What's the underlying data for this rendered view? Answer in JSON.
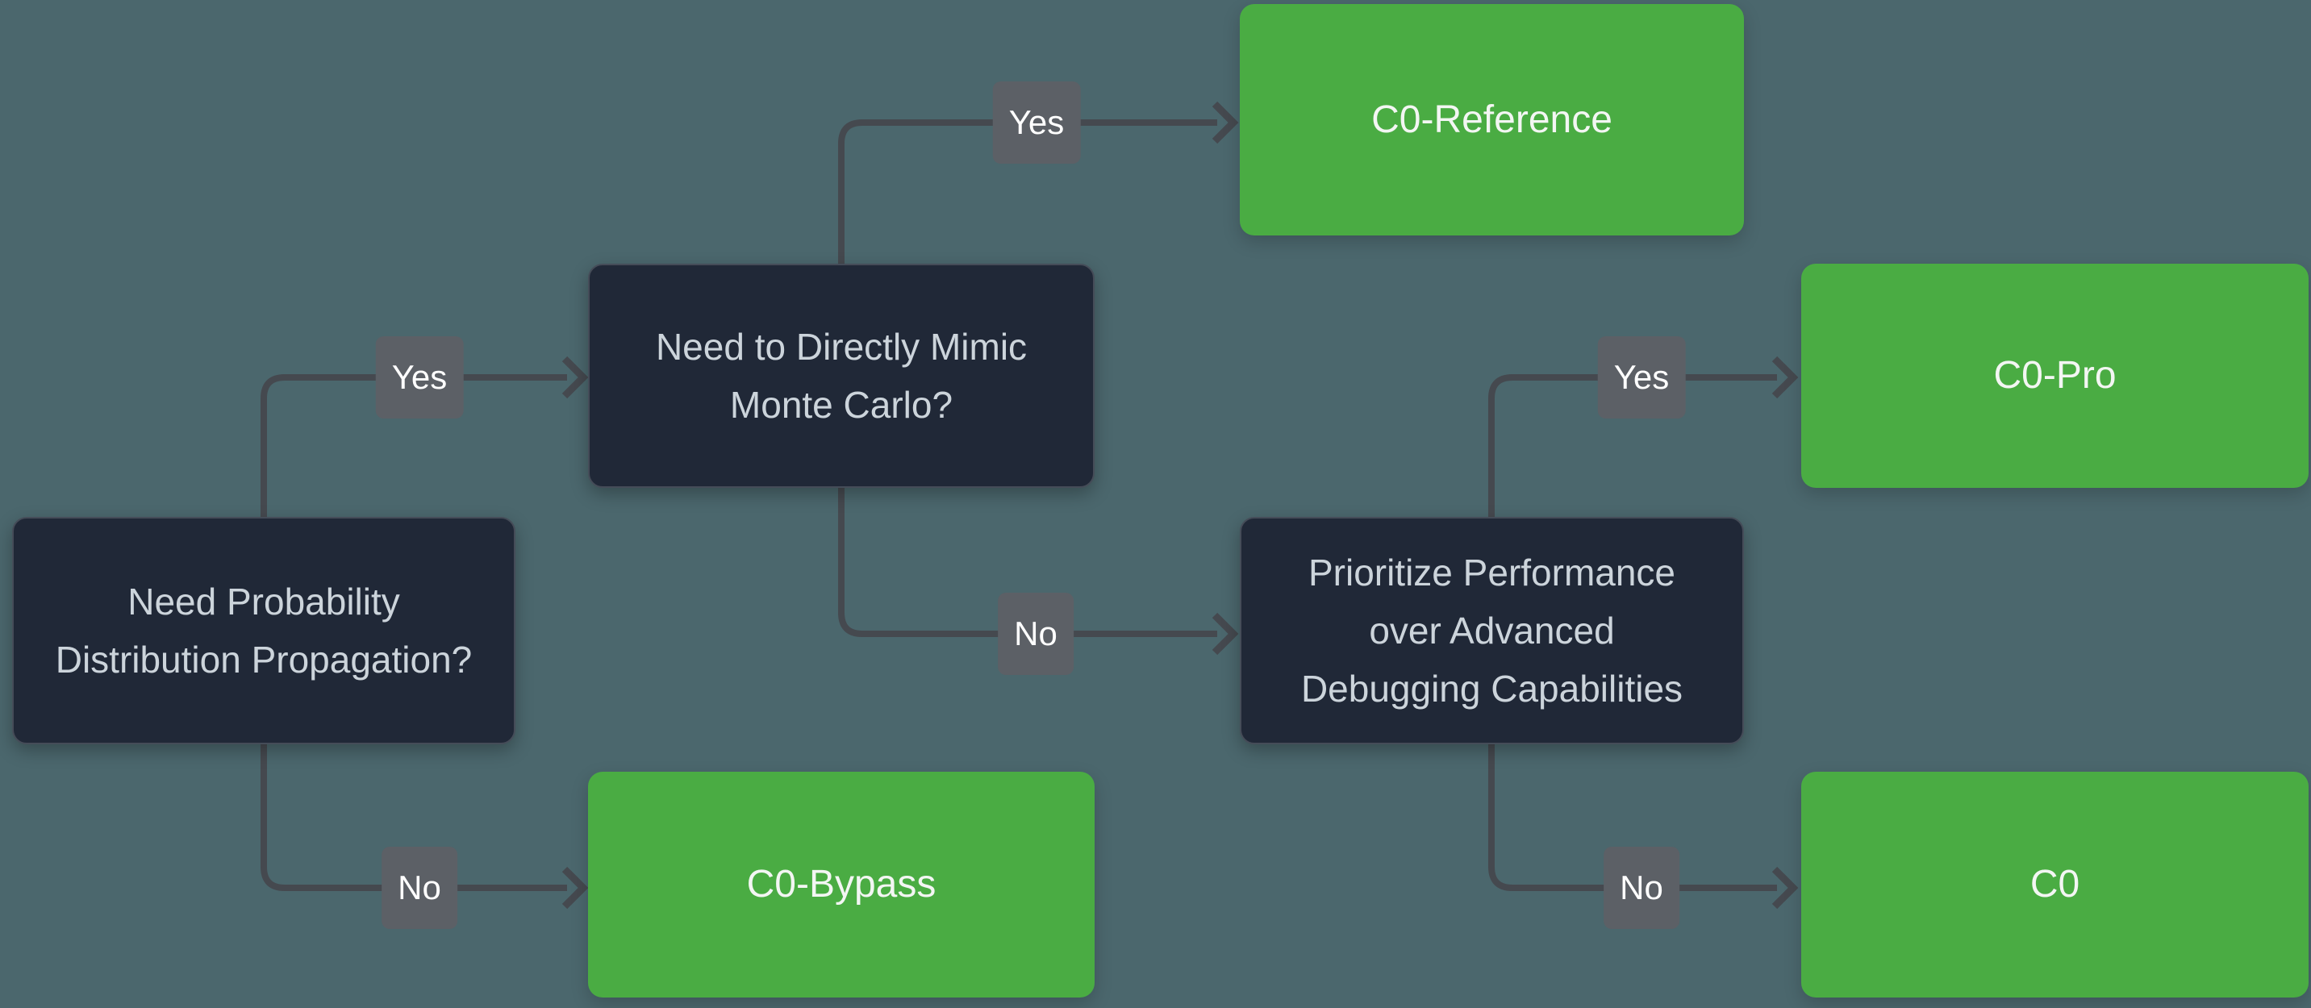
{
  "diagram": {
    "title": "C0 product decision flowchart",
    "colors": {
      "background": "#4b676d",
      "decision_fill": "#202837",
      "decision_border": "#454c58",
      "decision_text": "#ccd4db",
      "result_fill": "#4aac43",
      "result_text": "#f3f6f3",
      "edge_line": "#45494f",
      "badge_fill": "#5c6066",
      "badge_text": "#ffffff"
    },
    "nodes": {
      "decision_left": {
        "type": "decision",
        "label": "Need Probability Distribution Propagation?"
      },
      "decision_mid": {
        "type": "decision",
        "label": "Need to Directly Mimic Monte Carlo?"
      },
      "decision_right": {
        "type": "decision",
        "label": "Prioritize Performance over Advanced Debugging Capabilities"
      },
      "result_reference": {
        "type": "result",
        "label": "C0-Reference"
      },
      "result_pro": {
        "type": "result",
        "label": "C0-Pro"
      },
      "result_bypass": {
        "type": "result",
        "label": "C0-Bypass"
      },
      "result_c0": {
        "type": "result",
        "label": "C0"
      }
    },
    "edges": {
      "left_yes": {
        "from": "decision_left",
        "to": "decision_mid",
        "label": "Yes"
      },
      "left_no": {
        "from": "decision_left",
        "to": "result_bypass",
        "label": "No"
      },
      "mid_yes": {
        "from": "decision_mid",
        "to": "result_reference",
        "label": "Yes"
      },
      "mid_no": {
        "from": "decision_mid",
        "to": "decision_right",
        "label": "No"
      },
      "right_yes": {
        "from": "decision_right",
        "to": "result_pro",
        "label": "Yes"
      },
      "right_no": {
        "from": "decision_right",
        "to": "result_c0",
        "label": "No"
      }
    }
  }
}
